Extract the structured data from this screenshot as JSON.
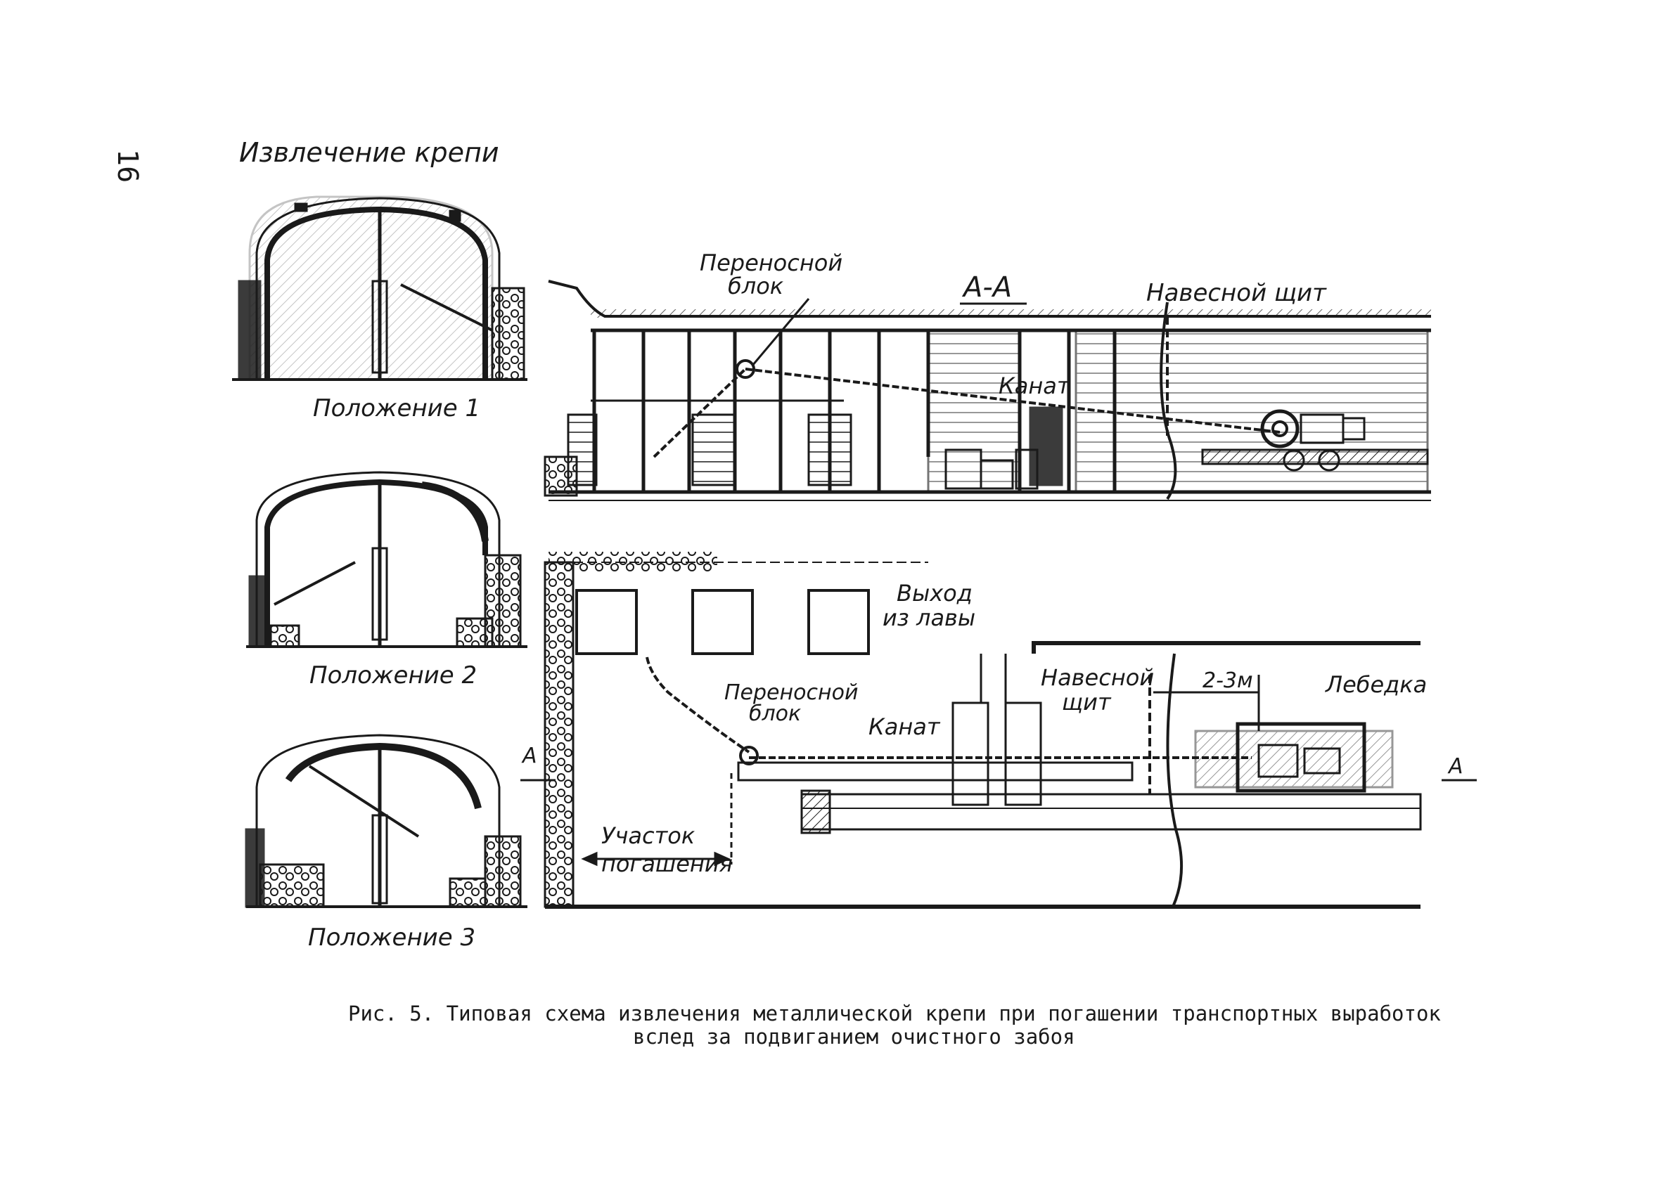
{
  "page_number": "16",
  "title": "Извлечение крепи",
  "positions": [
    "Положение 1",
    "Положение 2",
    "Положение 3"
  ],
  "section_label": "А-А",
  "section_marks": [
    "А",
    "А"
  ],
  "labels": {
    "block_a": "Переносной",
    "block_b": "блок",
    "rope": "Канат",
    "shield_line": "Навесной щит",
    "shield_a": "Навесной",
    "shield_b": "щит",
    "exit_a": "Выход",
    "exit_b": "из лавы",
    "distance": "2-3м",
    "winch": "Лебедка",
    "zone_a": "Участок",
    "zone_b": "погашения"
  },
  "caption": {
    "line1": "Рис. 5. Типовая схема извлечения металлической крепи при погашении транспортных выработок",
    "line2": "вслед за подвиганием очистного забоя"
  },
  "colors": {
    "ink": "#1a1a1a",
    "paper": "#ffffff"
  }
}
